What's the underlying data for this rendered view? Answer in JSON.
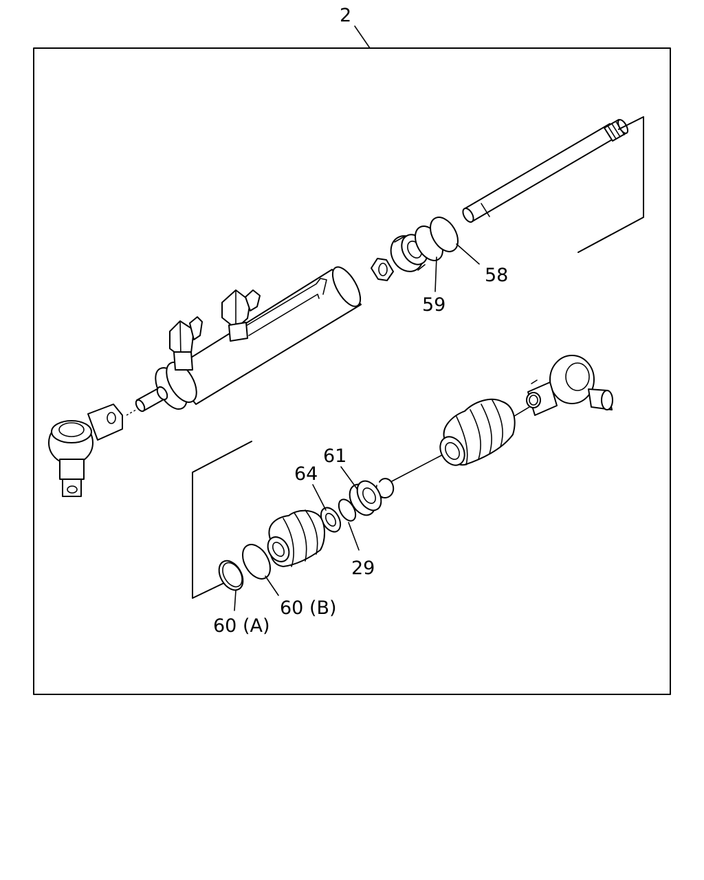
{
  "diagram": {
    "assembly_number": "2",
    "callouts": {
      "c58": "58",
      "c59": "59",
      "c61": "61",
      "c64": "64",
      "c29": "29",
      "c60b": "60 (B)",
      "c60a": "60 (A)"
    }
  }
}
